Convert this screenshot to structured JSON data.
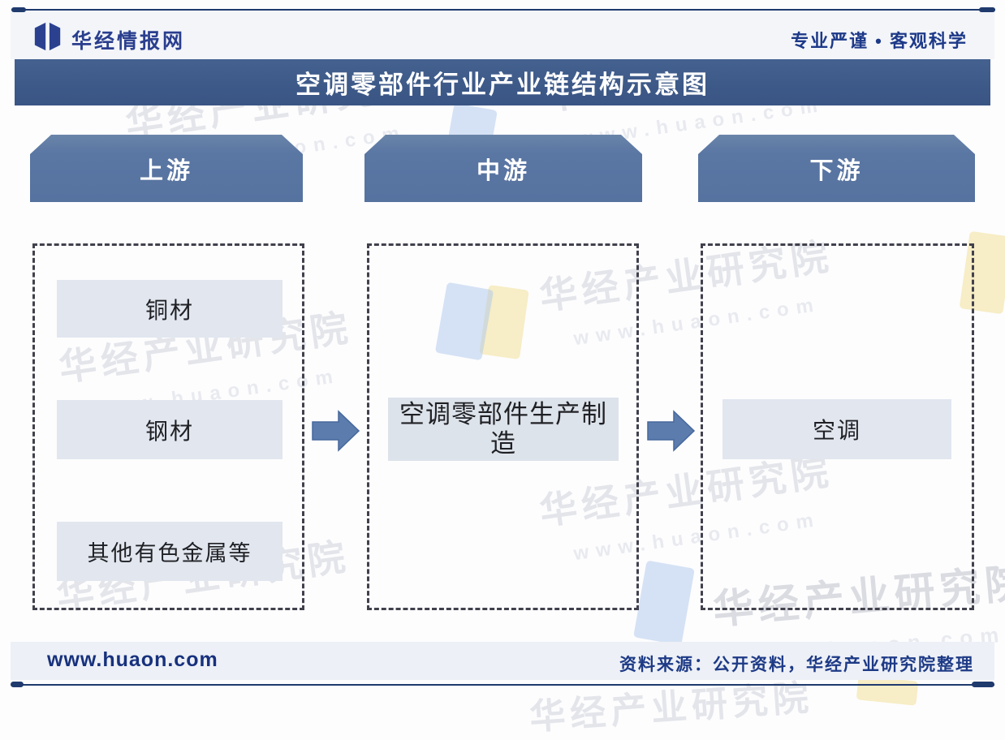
{
  "brand": {
    "logo_text": "华经情报网",
    "tagline": "专业严谨 • 客观科学"
  },
  "title": "空调零部件行业产业链结构示意图",
  "columns": [
    {
      "id": "upstream",
      "header": "上游",
      "items": [
        "铜材",
        "钢材",
        "其他有色金属等"
      ]
    },
    {
      "id": "midstream",
      "header": "中游",
      "items": [
        "空调零部件生产制造"
      ]
    },
    {
      "id": "downstream",
      "header": "下游",
      "items": [
        "空调"
      ]
    }
  ],
  "footer": {
    "site": "www.huaon.com",
    "source": "资料来源：公开资料，华经产业研究院整理"
  },
  "watermark": {
    "cn": "华经产业研究院",
    "url": "www.huaon.com"
  },
  "colors": {
    "title_bar": "#3d5988",
    "stage_header": "#5a76a3",
    "node_box": "#e1e6ef",
    "arrow": "#5b7cad",
    "rule_line": "#1f3a6d",
    "brand_text": "#2a3e8e",
    "footer_band": "#edf0f6"
  }
}
